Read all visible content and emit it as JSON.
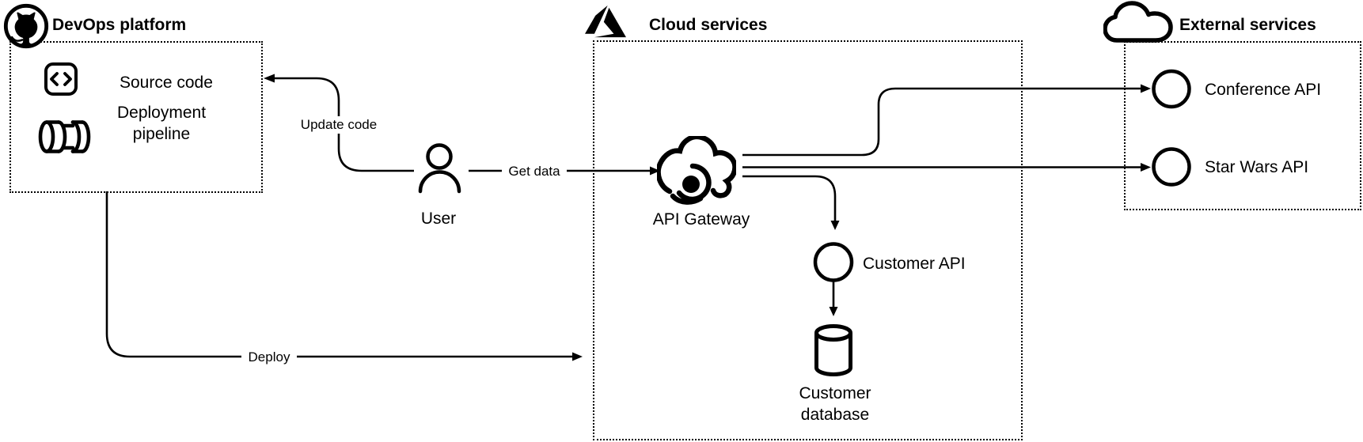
{
  "colors": {
    "line": "#000000",
    "background": "#ffffff",
    "text": "#000000"
  },
  "groups": {
    "devops": {
      "title": "DevOps platform",
      "icon": "github-icon",
      "items": {
        "source_code": "Source code",
        "pipeline": "Deployment pipeline"
      }
    },
    "cloud": {
      "title": "Cloud services",
      "icon": "azure-icon",
      "items": {
        "gateway": "API Gateway",
        "customer_api": "Customer API",
        "customer_db": "Customer database"
      }
    },
    "external": {
      "title": "External services",
      "icon": "cloud-icon",
      "items": {
        "conference": "Conference API",
        "starwars": "Star Wars API"
      }
    }
  },
  "user": {
    "label": "User"
  },
  "edges": {
    "update_code": {
      "label": "Update code",
      "from": "User",
      "to": "Source code"
    },
    "get_data": {
      "label": "Get data",
      "from": "User",
      "to": "API Gateway"
    },
    "deploy": {
      "label": "Deploy",
      "from": "DevOps platform",
      "to": "Cloud services"
    },
    "gateway_conference": {
      "label": "",
      "from": "API Gateway",
      "to": "Conference API"
    },
    "gateway_starwars": {
      "label": "",
      "from": "API Gateway",
      "to": "Star Wars API"
    },
    "gateway_customer": {
      "label": "",
      "from": "API Gateway",
      "to": "Customer API"
    },
    "customer_api_db": {
      "label": "",
      "from": "Customer API",
      "to": "Customer database"
    }
  }
}
